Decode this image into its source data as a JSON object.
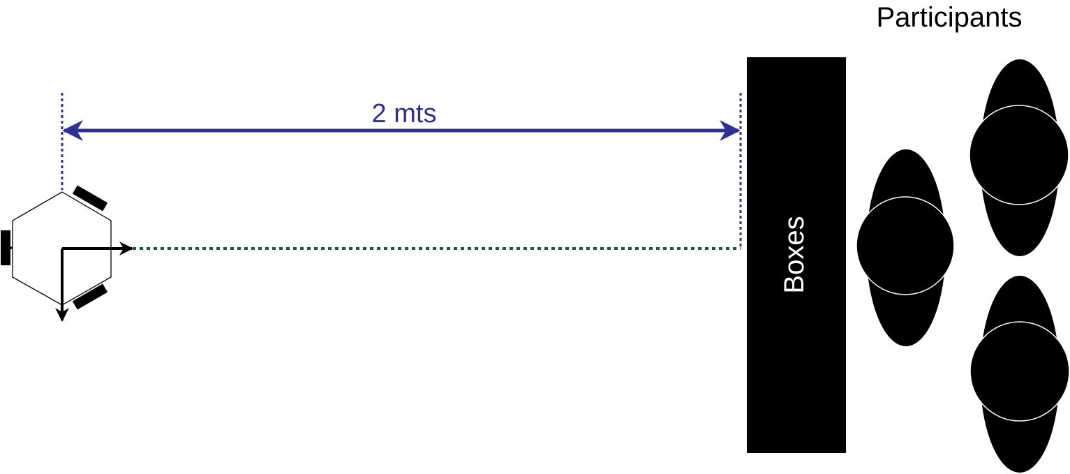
{
  "labels": {
    "participants": "Participants",
    "distance": "2 mts",
    "boxes": "Boxes"
  },
  "colors": {
    "distance_line": "#2e3192",
    "gaze_line": "#1a5e2e",
    "ink": "#000000",
    "background": "#ffffff"
  },
  "elements": {
    "robot": "hexagonal robot with three wheels and x/y axis arrows",
    "participant_count": 3
  }
}
